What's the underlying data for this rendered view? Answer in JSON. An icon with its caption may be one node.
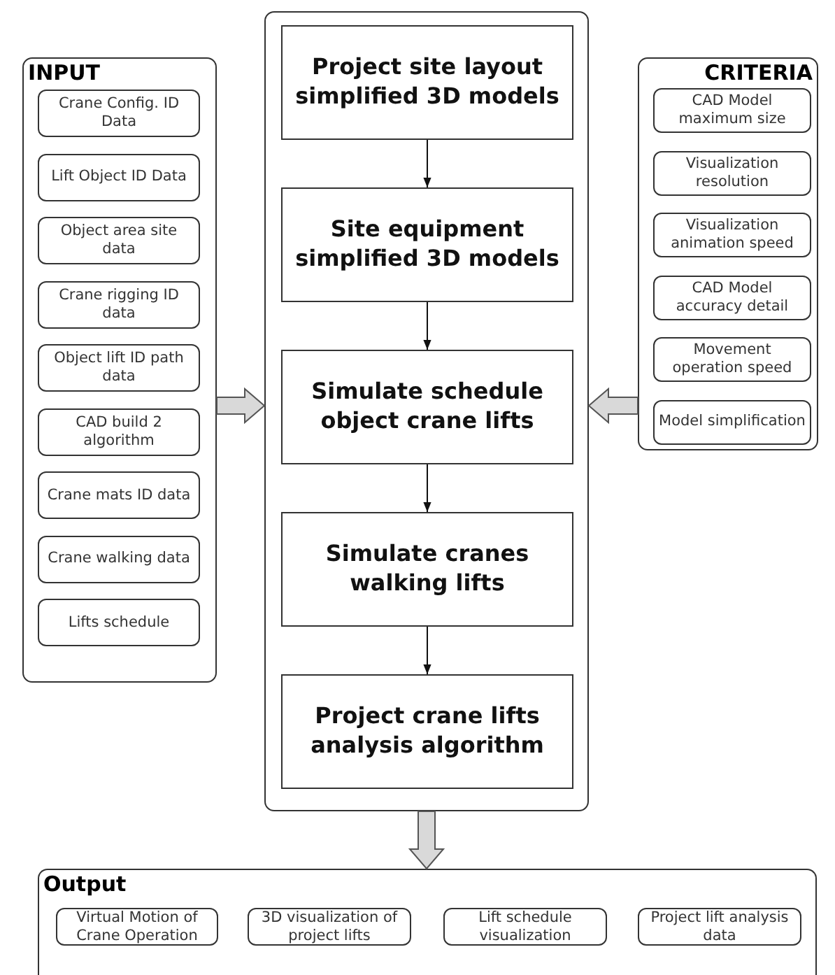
{
  "diagram": {
    "nodes": [
      {
        "text": [
          "INPUT"
        ]
      },
      {
        "text": [
          "Crane Config. ID Data"
        ],
        "in": 0
      },
      {
        "text": [
          "Lift Object ID Data"
        ],
        "in": 0
      },
      {
        "text": [
          "Object area site data"
        ],
        "in": 0
      },
      {
        "text": [
          "Crane rigging ID data"
        ],
        "in": 0
      },
      {
        "text": [
          "Object lift ID path data"
        ],
        "in": 0
      },
      {
        "text": [
          "CAD build 2 algorithm"
        ],
        "in": 0
      },
      {
        "text": [
          "Crane mats ID data"
        ],
        "in": 0
      },
      {
        "text": [
          "Crane walking data"
        ],
        "in": 0
      },
      {
        "text": [
          "Lifts schedule"
        ],
        "in": 0
      },
      {
        "text": [],
        "shape": "box"
      },
      {
        "text": [
          "Project site layout simplified 3D models"
        ],
        "in": 10
      },
      {
        "text": [
          "Site equipment simplified 3D models"
        ],
        "in": 10
      },
      {
        "text": [
          "Simulate schedule object crane lifts"
        ],
        "in": 10
      },
      {
        "text": [
          "Simulate cranes walking lifts"
        ],
        "in": 10
      },
      {
        "text": [
          "Project crane lifts analysis algorithm"
        ],
        "in": 10
      },
      {
        "text": [
          "CRITERIA"
        ]
      },
      {
        "text": [
          "CAD Model maximum size"
        ],
        "in": 16
      },
      {
        "text": [
          "Visualization resolution"
        ],
        "in": 16
      },
      {
        "text": [
          "Visualization animation speed"
        ],
        "in": 16
      },
      {
        "text": [
          "CAD Model accuracy detail"
        ],
        "in": 16
      },
      {
        "text": [
          "Movement operation speed"
        ],
        "in": 16
      },
      {
        "text": [
          "Model simplification"
        ],
        "in": 16
      },
      {
        "text": [
          "Output"
        ]
      },
      {
        "text": [
          "Virtual Motion of Crane Operation"
        ],
        "in": 23
      },
      {
        "text": [
          "3D visualization of project lifts"
        ],
        "in": 23
      },
      {
        "text": [
          "Lift schedule visualization"
        ],
        "in": 23
      },
      {
        "text": [
          "Project lift analysis data"
        ],
        "in": 23
      }
    ],
    "edges": [
      {
        "from": 11,
        "to": 12,
        "arrow": "to"
      },
      {
        "from": 12,
        "to": 13,
        "arrow": "to"
      },
      {
        "from": 13,
        "to": 14,
        "arrow": "to"
      },
      {
        "from": 14,
        "to": 15,
        "arrow": "to"
      },
      {
        "from": 0,
        "to": 10,
        "arrow": "to",
        "style": "thick",
        "color": "#d9d9d9"
      },
      {
        "from": 16,
        "to": 10,
        "arrow": "to",
        "style": "thick",
        "color": "#d9d9d9"
      },
      {
        "from": 10,
        "to": 23,
        "arrow": "to",
        "style": "thick",
        "color": "#d9d9d9"
      }
    ]
  }
}
